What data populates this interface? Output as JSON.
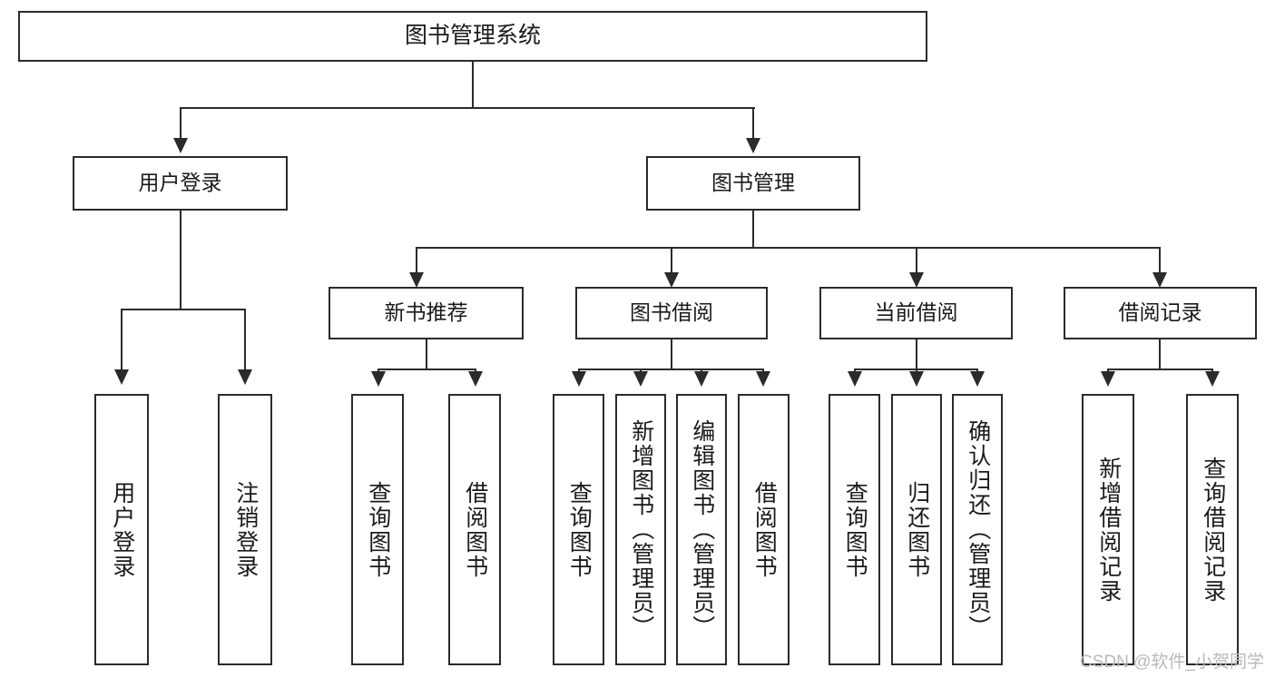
{
  "diagram": {
    "title": "图书管理系统",
    "type": "hierarchy-tree",
    "root": {
      "label": "图书管理系统"
    },
    "level2": [
      {
        "label": "用户登录"
      },
      {
        "label": "图书管理"
      }
    ],
    "level3": [
      {
        "label": "新书推荐"
      },
      {
        "label": "图书借阅"
      },
      {
        "label": "当前借阅"
      },
      {
        "label": "借阅记录"
      }
    ],
    "leaves": {
      "user_login": [
        {
          "label": "用户登录"
        },
        {
          "label": "注销登录"
        }
      ],
      "new_book_recommend": [
        {
          "label": "查询图书"
        },
        {
          "label": "借阅图书"
        }
      ],
      "book_borrow": [
        {
          "label": "查询图书"
        },
        {
          "label": "新增图书（管理员）"
        },
        {
          "label": "编辑图书（管理员）"
        },
        {
          "label": "借阅图书"
        }
      ],
      "current_borrow": [
        {
          "label": "查询图书"
        },
        {
          "label": "归还图书"
        },
        {
          "label": "确认归还（管理员）"
        }
      ],
      "borrow_record": [
        {
          "label": "新增借阅记录"
        },
        {
          "label": "查询借阅记录"
        }
      ]
    }
  },
  "watermark": {
    "text": "CSDN @软件_小贺同学"
  },
  "colors": {
    "stroke": "#2b2b2b",
    "fill": "#ffffff",
    "text": "#1a1a1a",
    "watermark": "#b9b9b9"
  }
}
